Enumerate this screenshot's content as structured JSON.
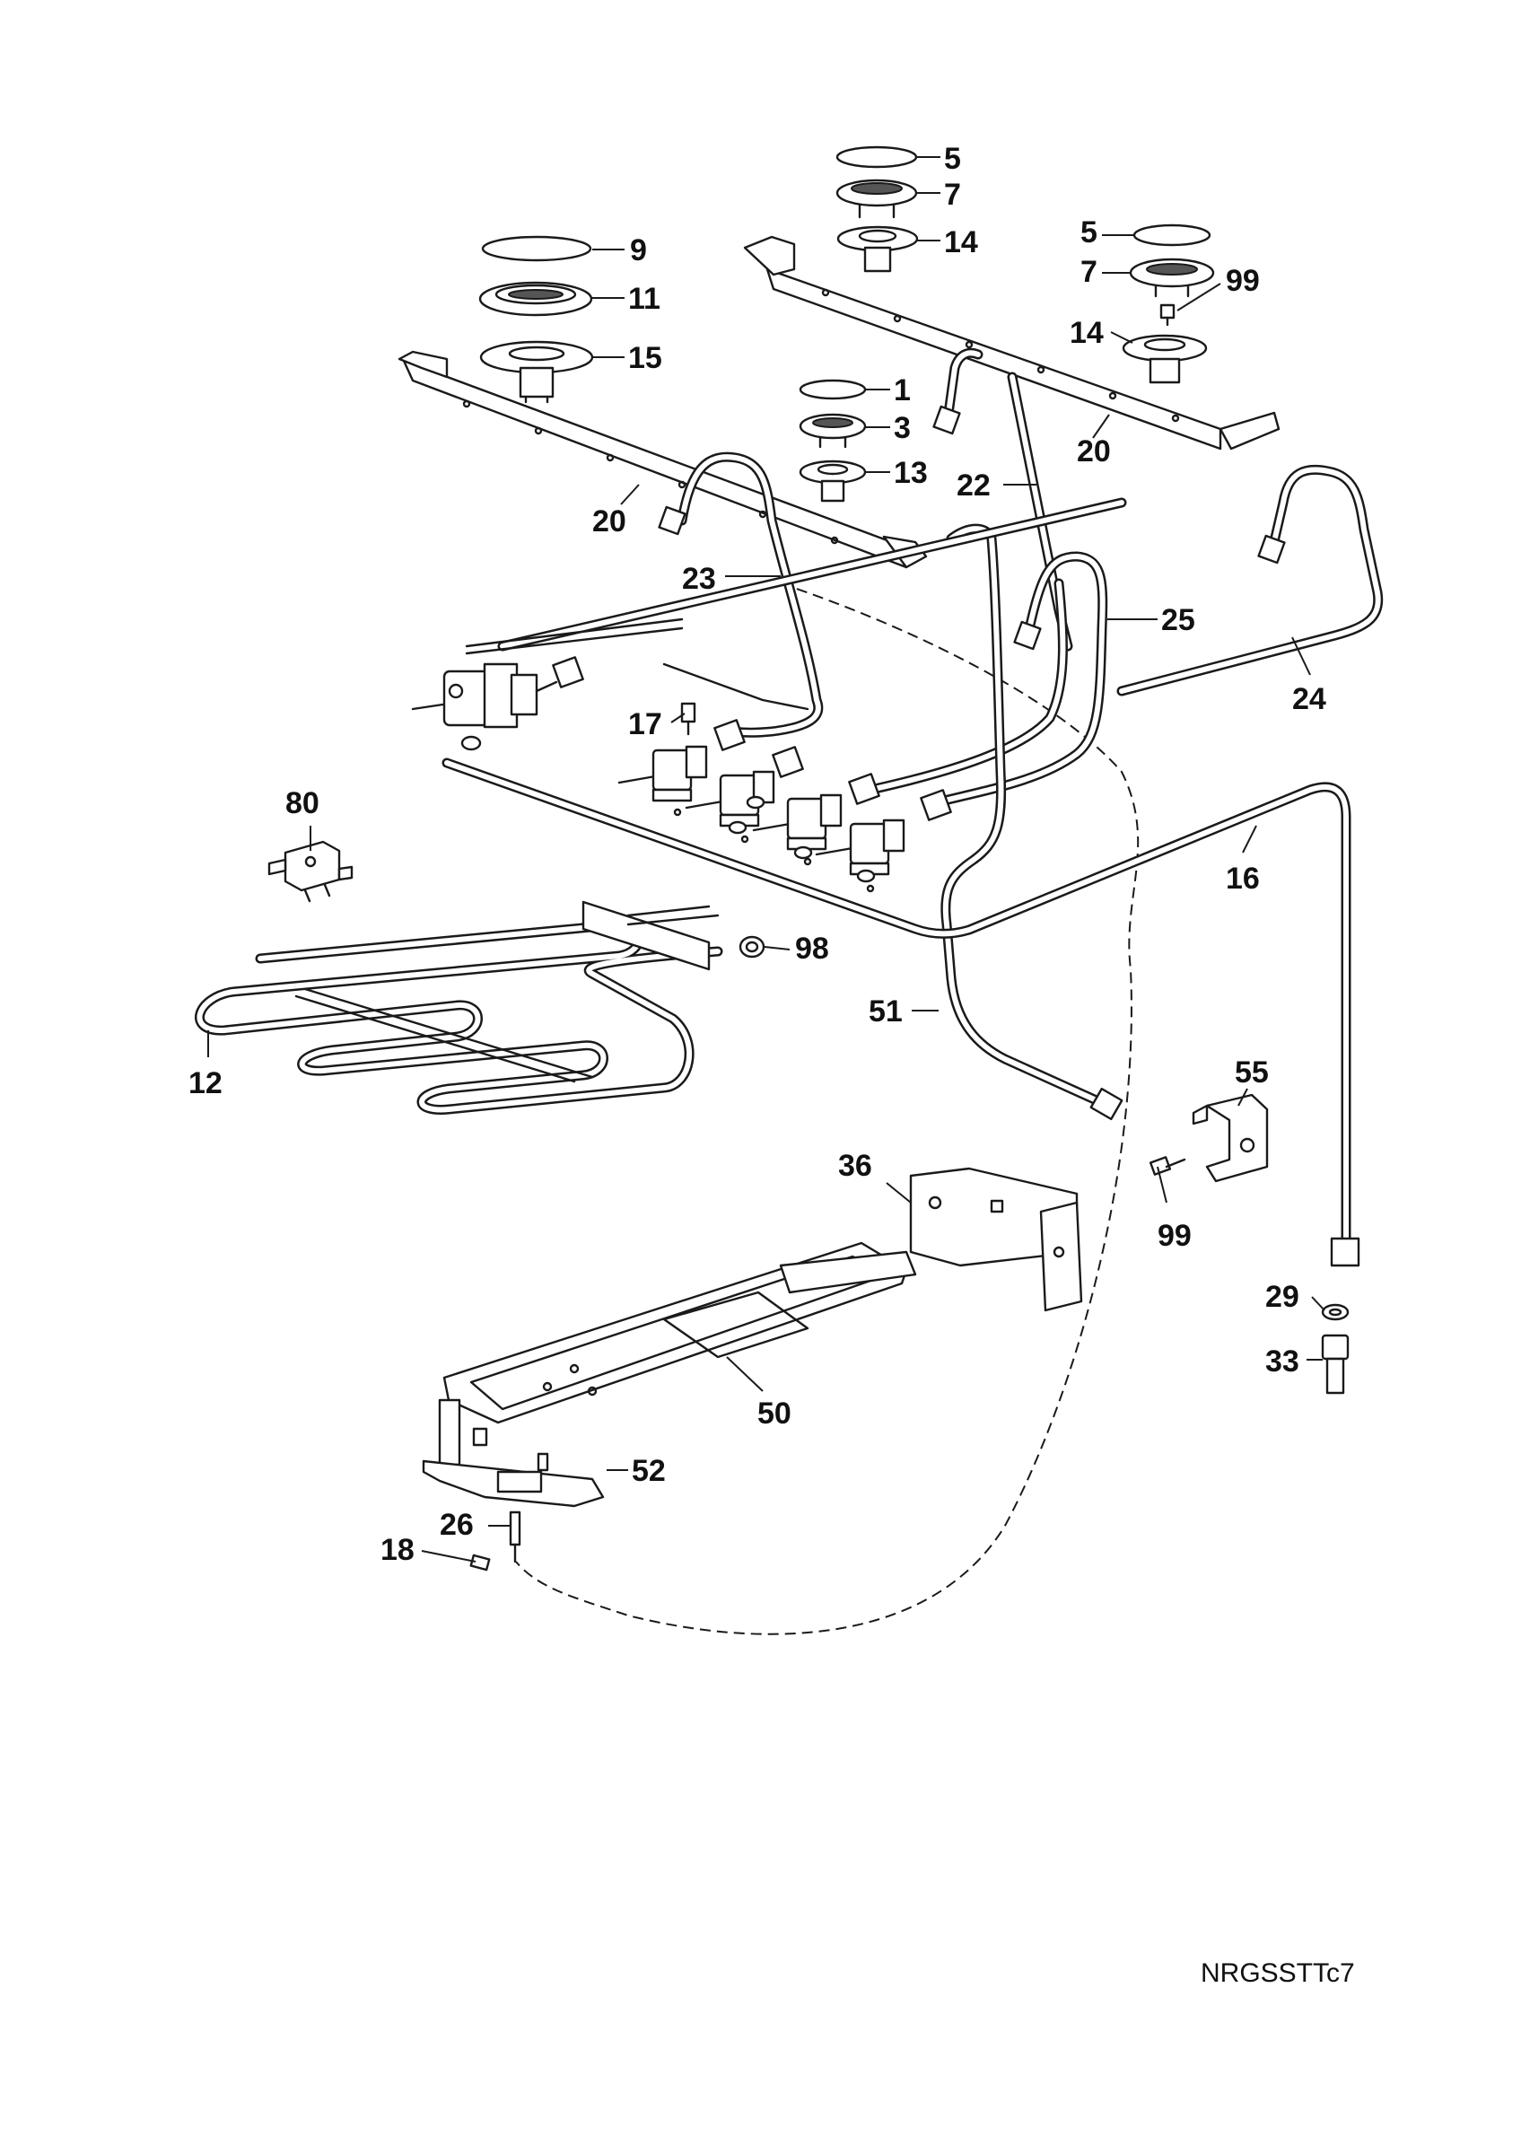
{
  "drawing_ref": "NRGSSTTc7",
  "callouts": [
    {
      "id": "c5a",
      "text": "5"
    },
    {
      "id": "c7a",
      "text": "7"
    },
    {
      "id": "c14a",
      "text": "14"
    },
    {
      "id": "c5b",
      "text": "5"
    },
    {
      "id": "c7b",
      "text": "7"
    },
    {
      "id": "c99a",
      "text": "99"
    },
    {
      "id": "c14b",
      "text": "14"
    },
    {
      "id": "c9",
      "text": "9"
    },
    {
      "id": "c11",
      "text": "11"
    },
    {
      "id": "c15",
      "text": "15"
    },
    {
      "id": "c1",
      "text": "1"
    },
    {
      "id": "c3",
      "text": "3"
    },
    {
      "id": "c13",
      "text": "13"
    },
    {
      "id": "c22",
      "text": "22"
    },
    {
      "id": "c20a",
      "text": "20"
    },
    {
      "id": "c20b",
      "text": "20"
    },
    {
      "id": "c23",
      "text": "23"
    },
    {
      "id": "c25",
      "text": "25"
    },
    {
      "id": "c24",
      "text": "24"
    },
    {
      "id": "c17",
      "text": "17"
    },
    {
      "id": "c80",
      "text": "80"
    },
    {
      "id": "c16",
      "text": "16"
    },
    {
      "id": "c98",
      "text": "98"
    },
    {
      "id": "c51",
      "text": "51"
    },
    {
      "id": "c12",
      "text": "12"
    },
    {
      "id": "c55",
      "text": "55"
    },
    {
      "id": "c36",
      "text": "36"
    },
    {
      "id": "c99b",
      "text": "99"
    },
    {
      "id": "c29",
      "text": "29"
    },
    {
      "id": "c33",
      "text": "33"
    },
    {
      "id": "c50",
      "text": "50"
    },
    {
      "id": "c52",
      "text": "52"
    },
    {
      "id": "c26",
      "text": "26"
    },
    {
      "id": "c18",
      "text": "18"
    }
  ]
}
